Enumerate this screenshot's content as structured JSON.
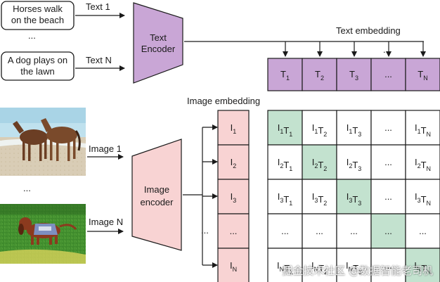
{
  "captions": {
    "caption_1": "Horses walk on the beach",
    "caption_n": "A dog plays on the lawn",
    "dots": "..."
  },
  "labels": {
    "text_1": "Text 1",
    "text_n": "Text N",
    "image_1": "Image 1",
    "image_n": "Image N",
    "text_embedding": "Text embedding",
    "image_embedding": "Image embedding",
    "ellipsis": "..."
  },
  "encoders": {
    "text": [
      "Text",
      "Encoder"
    ],
    "image": [
      "Image",
      "encoder"
    ]
  },
  "text_embeddings": [
    {
      "base": "T",
      "sub": "1"
    },
    {
      "base": "T",
      "sub": "2"
    },
    {
      "base": "T",
      "sub": "3"
    },
    {
      "base": "",
      "sub": "",
      "text": "..."
    },
    {
      "base": "T",
      "sub": "N"
    }
  ],
  "image_embeddings": [
    {
      "base": "I",
      "sub": "1"
    },
    {
      "base": "I",
      "sub": "2"
    },
    {
      "base": "I",
      "sub": "3"
    },
    {
      "base": "",
      "sub": "",
      "text": "..."
    },
    {
      "base": "I",
      "sub": "N"
    }
  ],
  "matrix": {
    "rows": [
      "1",
      "2",
      "3",
      "",
      "N"
    ],
    "cols": [
      "1",
      "2",
      "3",
      "",
      "N"
    ],
    "highlight_diagonal": true
  },
  "colors": {
    "text_encoder": "#c9a6d6",
    "image_encoder": "#f8d3d3",
    "text_embedding_cell": "#c9a6d6",
    "image_embedding_cell": "#f8d3d3",
    "diagonal": "#c3e2cf"
  },
  "watermark": "掘金技术社区 @数据智能老司机"
}
